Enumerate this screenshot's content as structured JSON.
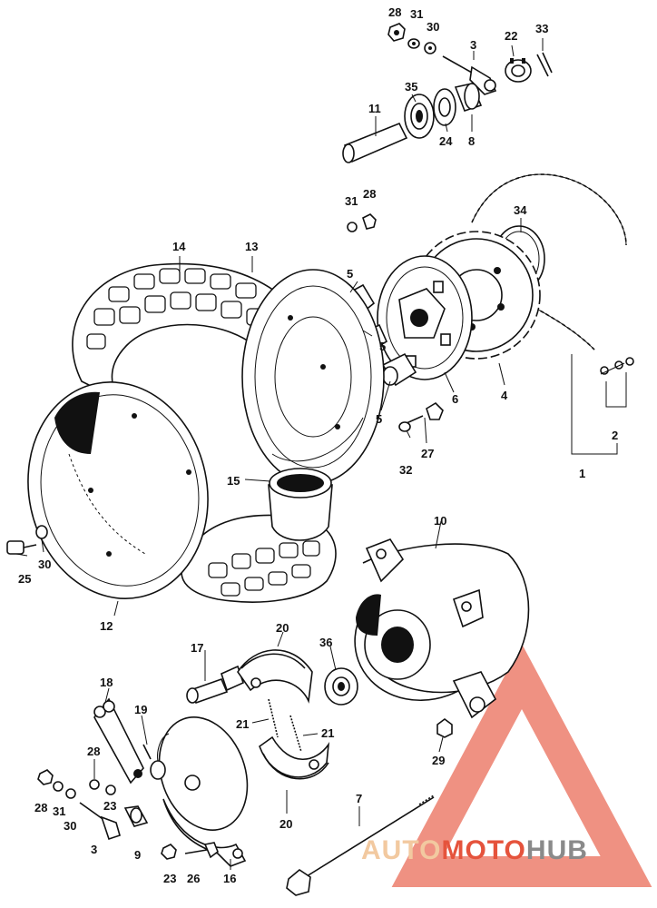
{
  "part_labels": [
    "28",
    "31",
    "30",
    "3",
    "22",
    "33",
    "35",
    "11",
    "24",
    "8",
    "31",
    "28",
    "34",
    "14",
    "13",
    "5",
    "5",
    "5",
    "6",
    "4",
    "2",
    "1",
    "25",
    "30",
    "15",
    "27",
    "32",
    "12",
    "10",
    "36",
    "17",
    "20",
    "18",
    "19",
    "21",
    "21",
    "28",
    "23",
    "30",
    "31",
    "28",
    "3",
    "9",
    "29",
    "7",
    "20",
    "23",
    "26",
    "16"
  ],
  "watermark": {
    "part1": "AUTO",
    "part2": "MOTO",
    "part3": "HUB",
    "color_light": "#f2c9a0",
    "color_red": "#e5533c",
    "color_gray": "#8a8a8a"
  }
}
